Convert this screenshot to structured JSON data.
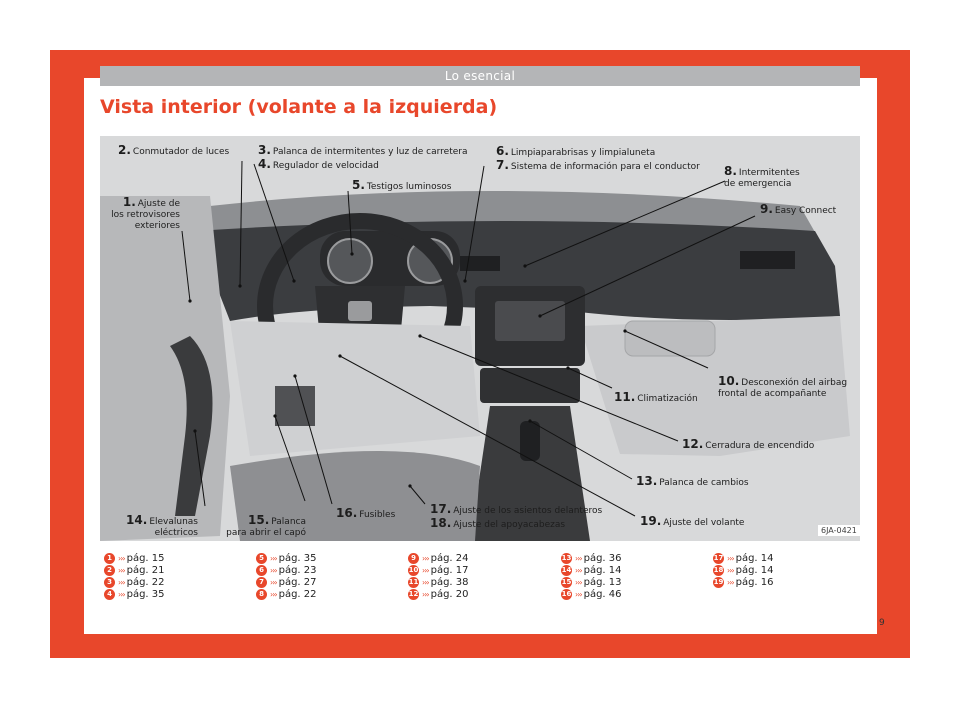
{
  "header": {
    "section": "Lo esencial"
  },
  "page": {
    "title": "Vista interior (volante a la izquierda)",
    "number": "9",
    "figure_id": "6JA-0421"
  },
  "colors": {
    "accent": "#e8472b",
    "header_bar": "#b4b5b7"
  },
  "callouts": [
    {
      "num": "1.",
      "label": "Ajuste de\nlos retrovisores\nexteriores"
    },
    {
      "num": "2.",
      "label": "Conmutador de luces"
    },
    {
      "num": "3.",
      "label": "Palanca de intermitentes y luz de carretera"
    },
    {
      "num": "4.",
      "label": "Regulador de velocidad"
    },
    {
      "num": "5.",
      "label": "Testigos luminosos"
    },
    {
      "num": "6.",
      "label": "Limpiaparabrisas y limpialuneta"
    },
    {
      "num": "7.",
      "label": "Sistema de información para el conductor"
    },
    {
      "num": "8.",
      "label": "Intermitentes\nde emergencia"
    },
    {
      "num": "9.",
      "label": "Easy Connect"
    },
    {
      "num": "10.",
      "label": "Desconexión del airbag\nfrontal de acompañante"
    },
    {
      "num": "11.",
      "label": "Climatización"
    },
    {
      "num": "12.",
      "label": "Cerradura de encendido"
    },
    {
      "num": "13.",
      "label": "Palanca de cambios"
    },
    {
      "num": "14.",
      "label": "Elevalunas\neléctricos"
    },
    {
      "num": "15.",
      "label": "Palanca\npara abrir el capó"
    },
    {
      "num": "16.",
      "label": "Fusibles"
    },
    {
      "num": "17.",
      "label": "Ajuste de los asientos delanteros"
    },
    {
      "num": "18.",
      "label": "Ajuste del apoyacabezas"
    },
    {
      "num": "19.",
      "label": "Ajuste del volante"
    }
  ],
  "references": [
    {
      "n": "1",
      "page": "pág. 15"
    },
    {
      "n": "2",
      "page": "pág. 21"
    },
    {
      "n": "3",
      "page": "pág. 22"
    },
    {
      "n": "4",
      "page": "pág. 35"
    },
    {
      "n": "5",
      "page": "pág. 35"
    },
    {
      "n": "6",
      "page": "pág. 23"
    },
    {
      "n": "7",
      "page": "pág. 27"
    },
    {
      "n": "8",
      "page": "pág. 22"
    },
    {
      "n": "9",
      "page": "pág. 24"
    },
    {
      "n": "10",
      "page": "pág. 17"
    },
    {
      "n": "11",
      "page": "pág. 38"
    },
    {
      "n": "12",
      "page": "pág. 20"
    },
    {
      "n": "13",
      "page": "pág. 36"
    },
    {
      "n": "14",
      "page": "pág. 14"
    },
    {
      "n": "15",
      "page": "pág. 13"
    },
    {
      "n": "16",
      "page": "pág. 46"
    },
    {
      "n": "17",
      "page": "pág. 14"
    },
    {
      "n": "18",
      "page": "pág. 14"
    },
    {
      "n": "19",
      "page": "pág. 16"
    }
  ],
  "reference_arrows": "›››"
}
